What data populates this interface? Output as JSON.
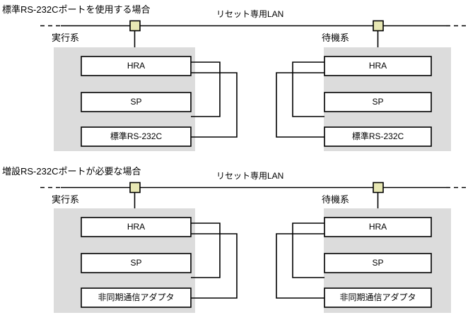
{
  "sections": [
    {
      "title": "標準RS-232Cポートを使用する場合",
      "lan_label": "リセット専用LAN",
      "panels": [
        {
          "side_label": "実行系",
          "boxes": [
            {
              "label": "HRA"
            },
            {
              "label": "SP"
            },
            {
              "label": "標準RS-232C"
            }
          ]
        },
        {
          "side_label": "待機系",
          "boxes": [
            {
              "label": "HRA"
            },
            {
              "label": "SP"
            },
            {
              "label": "標準RS-232C"
            }
          ]
        }
      ]
    },
    {
      "title": "増設RS-232Cポートが必要な場合",
      "lan_label": "リセット専用LAN",
      "panels": [
        {
          "side_label": "実行系",
          "boxes": [
            {
              "label": "HRA"
            },
            {
              "label": "SP"
            },
            {
              "label": "非同期通信アダプタ"
            }
          ]
        },
        {
          "side_label": "待機系",
          "boxes": [
            {
              "label": "HRA"
            },
            {
              "label": "SP"
            },
            {
              "label": "非同期通信アダプタ"
            }
          ]
        }
      ]
    }
  ],
  "colors": {
    "panel_fill": "#dcdcdc",
    "box_fill": "#ffffff",
    "line": "#000000",
    "connector_fill": "#e8e8b4",
    "background": "#ffffff"
  }
}
